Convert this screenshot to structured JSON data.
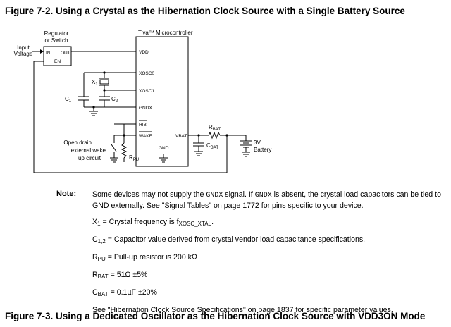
{
  "figure_7_2": {
    "title": "Figure 7-2. Using a Crystal as the Hibernation Clock Source with a Single Battery Source",
    "labels": {
      "regulator_line1": "Regulator",
      "regulator_line2": "or Switch",
      "input_line1": "Input",
      "input_line2": "Voltage",
      "pin_in": "IN",
      "pin_out": "OUT",
      "pin_en": "EN",
      "mcu": "Tiva™ Microcontroller",
      "vdd": "VDD",
      "xosc0": "XOSC0",
      "xosc1": "XOSC1",
      "gndx": "GNDX",
      "hib": "HIB",
      "wake": "WAKE",
      "vbat": "VBAT",
      "gnd": "GND",
      "x1": "X",
      "x1_sub": "1",
      "c1": "C",
      "c1_sub": "1",
      "c2": "C",
      "c2_sub": "2",
      "rbat": "R",
      "rbat_sub": "BAT",
      "cbat": "C",
      "cbat_sub": "BAT",
      "rpu": "R",
      "rpu_sub": "PU",
      "battery_v": "3V",
      "battery": "Battery",
      "wake_ckt_line1": "Open drain",
      "wake_ckt_line2": "external wake",
      "wake_ckt_line3": "up circuit"
    }
  },
  "note": {
    "label": "Note:",
    "p1_a": "Some devices may not supply the ",
    "p1_gndx1": "GNDX",
    "p1_b": " signal. If ",
    "p1_gndx2": "GNDX",
    "p1_c": " is absent, the crystal load capacitors can be tied to GND externally. See \"Signal Tables\" on page 1772 for pins specific to your device.",
    "x1_a": "X",
    "x1_sub": "1",
    "x1_b": " = Crystal frequency is f",
    "x1_fsub": "XOSC_XTAL",
    "x1_c": ".",
    "c12_a": "C",
    "c12_sub": "1,2",
    "c12_b": " = Capacitor value derived from crystal vendor load capacitance specifications.",
    "rpu_a": "R",
    "rpu_sub": "PU",
    "rpu_b": " = Pull-up resistor is 200 kΩ",
    "rbat_a": "R",
    "rbat_sub": "BAT",
    "rbat_b": " = 51Ω ±5%",
    "cbat_a": "C",
    "cbat_sub": "BAT",
    "cbat_b": " = 0.1µF ±20%",
    "see": "See \"Hibernation Clock Source Specifications\" on page 1837 for specific parameter values."
  },
  "figure_7_3": {
    "title": "Figure 7-3. Using a Dedicated Oscillator as the Hibernation Clock Source with VDD3ON Mode"
  }
}
